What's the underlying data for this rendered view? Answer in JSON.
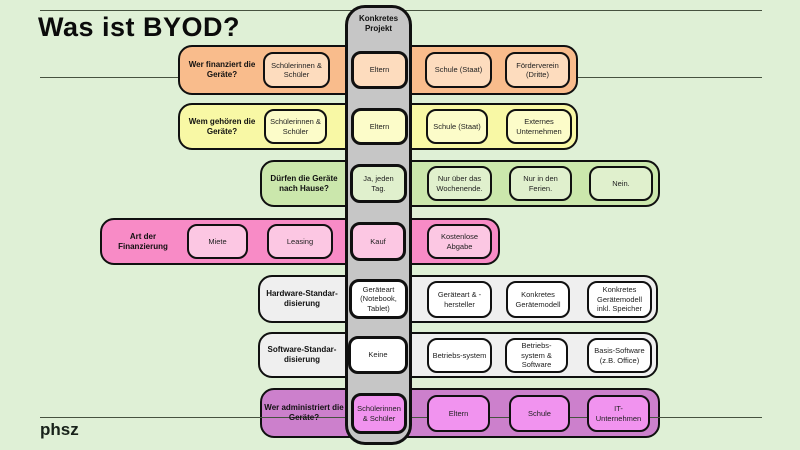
{
  "title": "Was ist BYOD?",
  "logo": "phsz",
  "background_color": "#dff0d6",
  "line_color": "#46523f",
  "center_column": {
    "label": "Konkretes Projekt",
    "color": "#c6c6c6"
  },
  "rows": [
    {
      "label": "Wer finanziert die Geräte?",
      "selected": "Eltern",
      "colors": {
        "band": "#f9bc8c",
        "box": "#fddcbe"
      },
      "options": [
        "Schülerinnen & Schüler",
        "Eltern",
        "Schule (Staat)",
        "Förderverein (Dritte)"
      ]
    },
    {
      "label": "Wem gehören die Geräte?",
      "selected": "Eltern",
      "colors": {
        "band": "#f8f8a5",
        "box": "#fcfcc9"
      },
      "options": [
        "Schülerinnen & Schüler",
        "Eltern",
        "Schule (Staat)",
        "Externes Unternehmen"
      ]
    },
    {
      "label": "Dürfen die Geräte nach Hause?",
      "selected": "Ja, jeden Tag.",
      "colors": {
        "band": "#cbe7ac",
        "box": "#e0f0cd"
      },
      "options": [
        "Ja, jeden Tag.",
        "Nur über das Wochenende.",
        "Nur in den Ferien.",
        "Nein."
      ]
    },
    {
      "label": "Art der Finanzierung",
      "selected": "Kauf",
      "colors": {
        "band": "#f88bc6",
        "box": "#fcc7e3"
      },
      "options": [
        "Miete",
        "Leasing",
        "Kauf",
        "Kostenlose Abgabe"
      ]
    },
    {
      "label": "Hardware-Standar-disierung",
      "selected": "Geräteart (Notebook, Tablet)",
      "colors": {
        "band": "#efefef",
        "box": "#ffffff"
      },
      "options": [
        "Geräteart (Notebook, Tablet)",
        "Geräteart & -hersteller",
        "Konkretes Gerätemodell",
        "Konkretes Gerätemodell inkl. Speicher"
      ]
    },
    {
      "label": "Software-Standar-disierung",
      "selected": "Keine",
      "colors": {
        "band": "#efefef",
        "box": "#ffffff"
      },
      "options": [
        "Keine",
        "Betriebs-system",
        "Betriebs-system & Software",
        "Basis-Software (z.B. Office)"
      ]
    },
    {
      "label": "Wer administriert die Geräte?",
      "selected": "Schülerinnen & Schüler",
      "colors": {
        "band": "#cc80cc",
        "box": "#f193ef"
      },
      "options": [
        "Schülerinnen & Schüler",
        "Eltern",
        "Schule",
        "IT-Unternehmen"
      ]
    }
  ]
}
